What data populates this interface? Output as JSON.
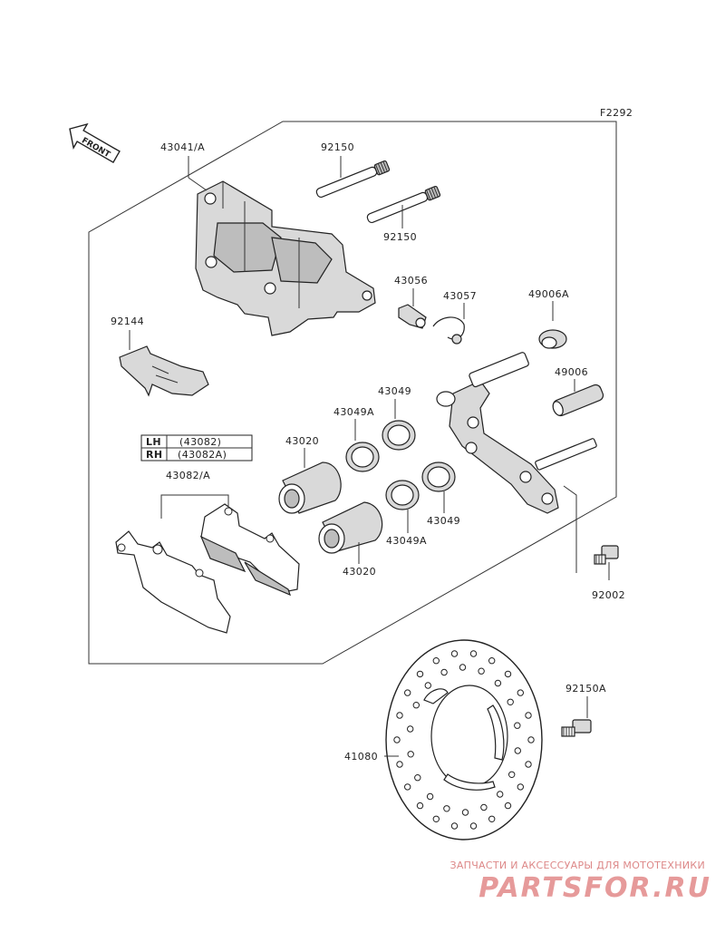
{
  "figure_code": "F2292",
  "front_label": "FRONT",
  "parts": {
    "caliper": "43041/A",
    "pin_top": "92150",
    "pin_bottom": "92150",
    "pad_spring": "92144",
    "bleeder": "43056",
    "bleeder_cap": "43057",
    "boot_a": "49006A",
    "boot": "49006",
    "seal_top": "43049",
    "seal_a_top": "43049A",
    "piston_top": "43020",
    "seal_bottom": "43049",
    "seal_a_bottom": "43049A",
    "piston_bottom": "43020",
    "pad_set": "43082/A",
    "bolt": "92002",
    "disc": "41080",
    "disc_bolt": "92150A"
  },
  "side_table": {
    "rows": [
      {
        "side": "LH",
        "code": "(43082)"
      },
      {
        "side": "RH",
        "code": "(43082A)"
      }
    ]
  },
  "watermark": {
    "tagline": "ЗАПЧАСТИ И АКСЕССУАРЫ ДЛЯ МОТОТЕХНИКИ",
    "brand": "PARTSFOR.RU"
  }
}
